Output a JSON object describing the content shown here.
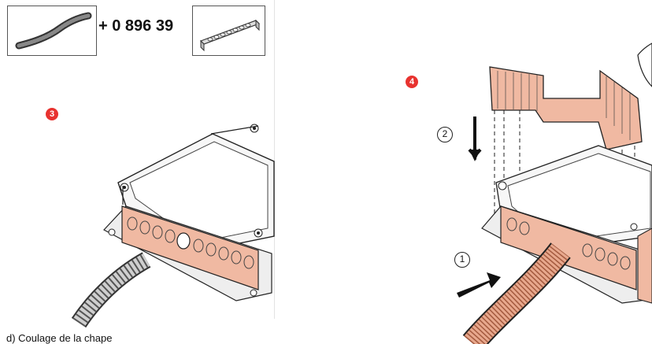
{
  "parts": {
    "code_label": "+ 0 896 39",
    "hose_icon": "corrugated-hose-icon",
    "bracket_icon": "perforated-bracket-icon"
  },
  "steps": {
    "step3_label": "3",
    "step4_label": "4",
    "sub_step2_label": "2",
    "sub_step1_label": "1"
  },
  "caption": "d) Coulage de la chape",
  "colors": {
    "badge": "#e8322f",
    "insert_fill": "#f0b9a2",
    "hose_fill": "#e8a88d",
    "line": "#222222"
  }
}
